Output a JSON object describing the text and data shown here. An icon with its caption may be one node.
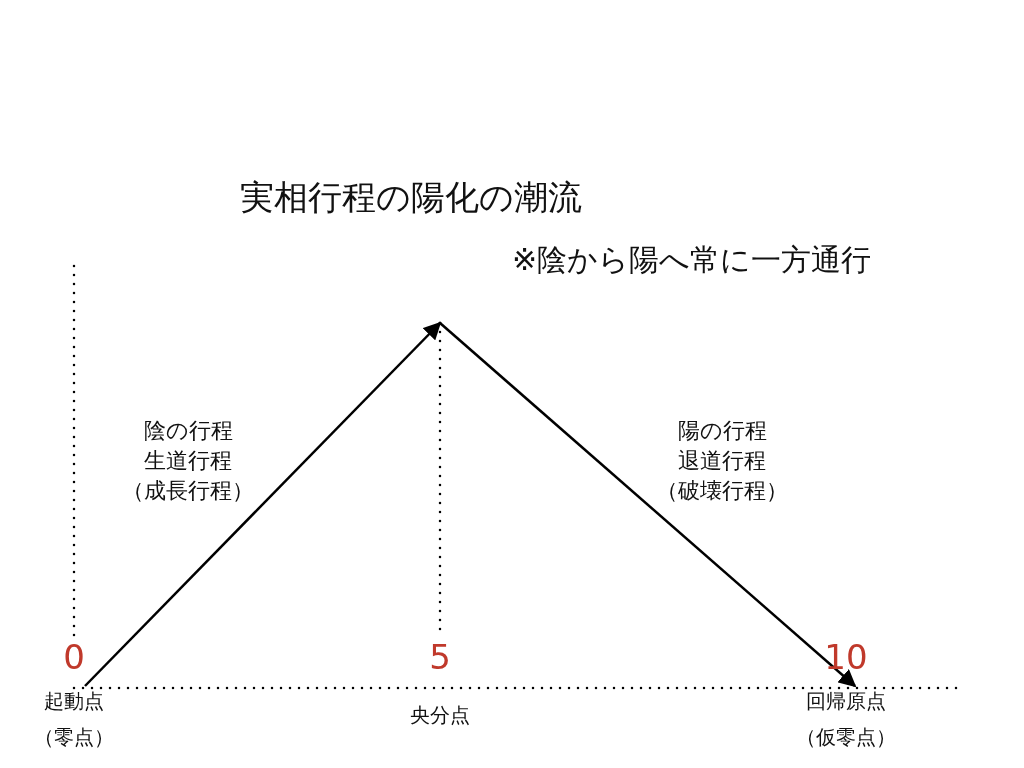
{
  "diagram": {
    "title": "実相行程の陽化の潮流",
    "nodes": [
      {
        "text": [],
        "shape": "dot"
      },
      {
        "text": [
          "0"
        ],
        "beside": [
          "起動点",
          "（零点）"
        ]
      },
      {
        "text": [
          "5"
        ],
        "beside": [
          "央分点"
        ]
      },
      {
        "text": [
          "10"
        ],
        "beside": [
          "回帰原点",
          "（仮零点）"
        ]
      }
    ],
    "edges": [
      {
        "from": 1,
        "to": 0,
        "arrow": "to"
      },
      {
        "from": 0,
        "to": 3,
        "arrow": "to"
      }
    ],
    "labels": [
      "※陰から陽へ常に一方通行",
      "陰の行程",
      "生道行程",
      "（成長行程）",
      "陽の行程",
      "退道行程",
      "（破壊行程）"
    ]
  }
}
